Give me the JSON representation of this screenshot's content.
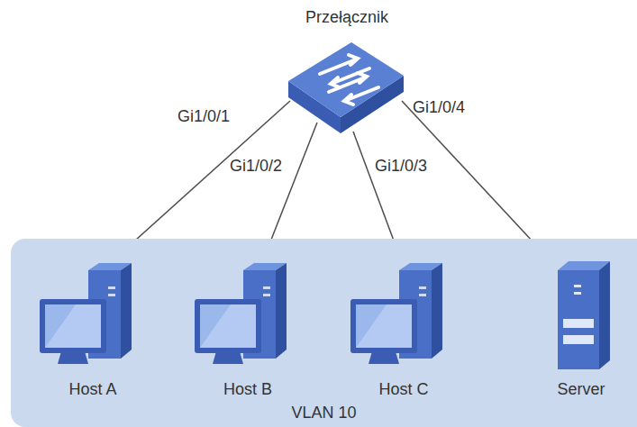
{
  "diagram": {
    "nodes": [
      {
        "text": [
          "Przełącznik"
        ]
      },
      {
        "text": [
          "VLAN 10"
        ]
      },
      {
        "text": [
          "Host A"
        ],
        "in": 1
      },
      {
        "text": [
          "Host B"
        ],
        "in": 1
      },
      {
        "text": [
          "Host C"
        ],
        "in": 1
      },
      {
        "text": [
          "Server"
        ],
        "in": 1
      }
    ],
    "edges": [
      {
        "from": 0,
        "to": 2,
        "arrow": "none",
        "label": "Gi1/0/1"
      },
      {
        "from": 0,
        "to": 3,
        "arrow": "none",
        "label": "Gi1/0/2"
      },
      {
        "from": 0,
        "to": 4,
        "arrow": "none",
        "label": "Gi1/0/3"
      },
      {
        "from": 0,
        "to": 5,
        "arrow": "none",
        "label": "Gi1/0/4"
      }
    ]
  }
}
